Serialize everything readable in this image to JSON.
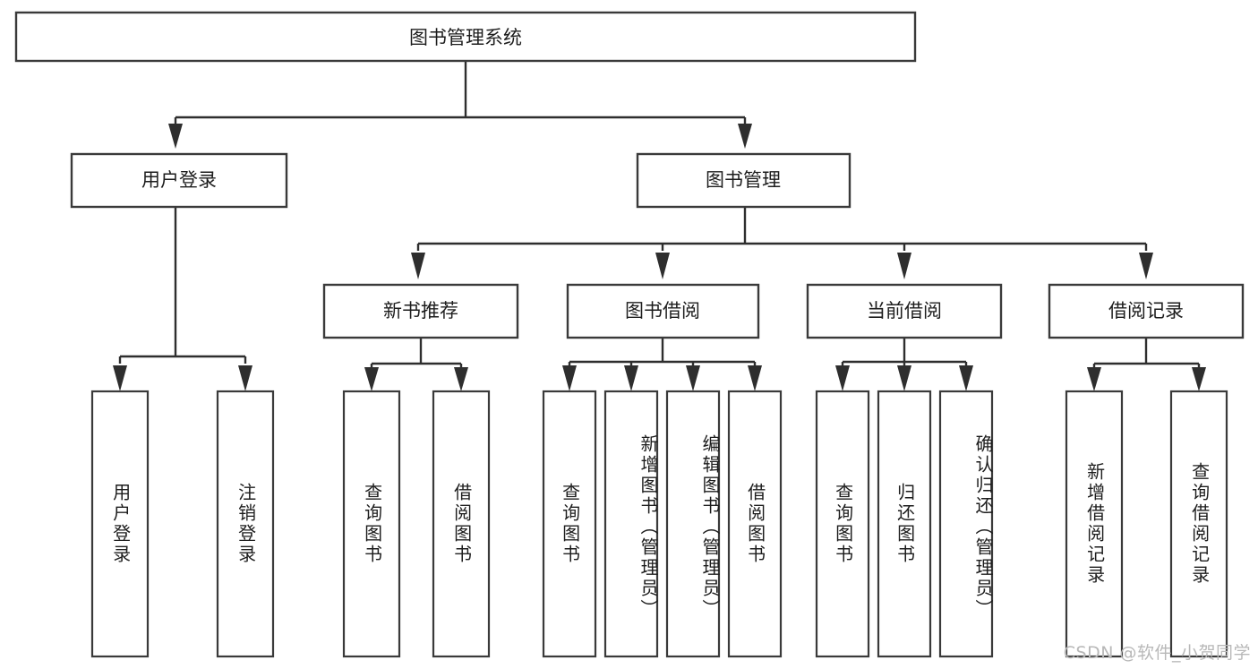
{
  "diagram": {
    "type": "tree",
    "title": "图书管理系统",
    "watermark": "CSDN @软件_小贺同学",
    "colors": {
      "box_stroke": "#3a3a3a",
      "connector": "#2e2e2e",
      "box_fill": "#ffffff",
      "text": "#1d1d1d",
      "watermark": "#b8b8b8"
    },
    "root": {
      "label": "图书管理系统"
    },
    "level2": [
      {
        "label": "用户登录"
      },
      {
        "label": "图书管理"
      }
    ],
    "level3": [
      {
        "label": "新书推荐"
      },
      {
        "label": "图书借阅"
      },
      {
        "label": "当前借阅"
      },
      {
        "label": "借阅记录"
      }
    ],
    "leaves": {
      "user_login": [
        {
          "label": "用户登录"
        },
        {
          "label": "注销登录"
        }
      ],
      "new_book_recommend": [
        {
          "label": "查询图书"
        },
        {
          "label": "借阅图书"
        }
      ],
      "book_borrow": [
        {
          "label": "查询图书"
        },
        {
          "label": "新增图书（管理员）"
        },
        {
          "label": "编辑图书（管理员）"
        },
        {
          "label": "借阅图书"
        }
      ],
      "current_borrow": [
        {
          "label": "查询图书"
        },
        {
          "label": "归还图书"
        },
        {
          "label": "确认归还（管理员）"
        }
      ],
      "borrow_record": [
        {
          "label": "新增借阅记录"
        },
        {
          "label": "查询借阅记录"
        }
      ]
    }
  }
}
